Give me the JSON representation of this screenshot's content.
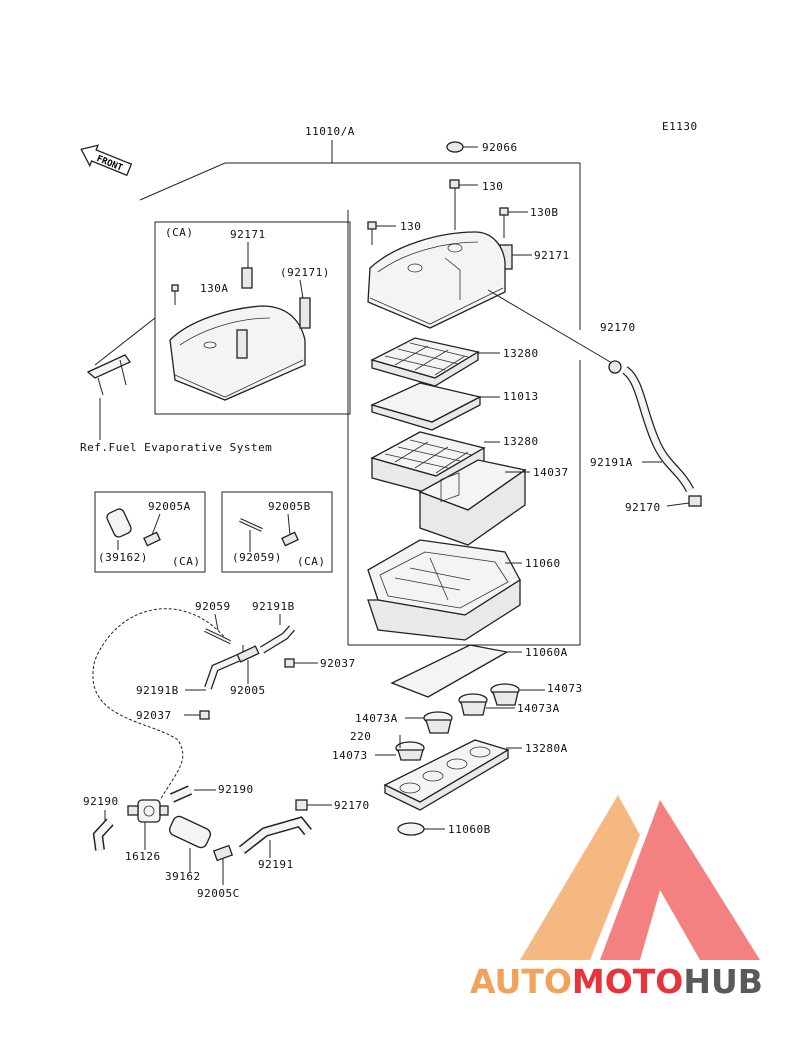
{
  "diagram_code": "E1130",
  "front_label": "FRONT",
  "assembly_label": "11010/A",
  "ref_note": "Ref.Fuel Evaporative System",
  "ca_inset": {
    "tag": "(CA)",
    "part_a": "92171",
    "part_b": "130A",
    "part_c": "(92171)"
  },
  "box1": {
    "part_top": "92005A",
    "part_bottom": "(39162)",
    "tag": "(CA)"
  },
  "box2": {
    "part_top": "92005B",
    "part_bottom": "(92059)",
    "tag": "(CA)"
  },
  "labels": {
    "p92066": "92066",
    "p130_top": "130",
    "p130_left": "130",
    "p130B": "130B",
    "p92171": "92171",
    "p92170_top": "92170",
    "p13280": "13280",
    "p11013": "11013",
    "p13280b": "13280",
    "p14037": "14037",
    "p92191A": "92191A",
    "p92170_mid": "92170",
    "p11060": "11060",
    "p11060A": "11060A",
    "p14073_r": "14073",
    "p14073A_l": "14073A",
    "p14073A_r": "14073A",
    "p220": "220",
    "p14073_l": "14073",
    "p13280A": "13280A",
    "p11060B": "11060B",
    "p92059": "92059",
    "p92191B_top": "92191B",
    "p92037_r": "92037",
    "p92191B_left": "92191B",
    "p92005": "92005",
    "p92037_l": "92037",
    "p92190_r": "92190",
    "p92190_l": "92190",
    "p92170_low": "92170",
    "p16126": "16126",
    "p39162": "39162",
    "p92191": "92191",
    "p92005C": "92005C"
  },
  "watermark": {
    "part1": "AUTO",
    "part2": "MOTO",
    "part3": "HUB"
  },
  "colors": {
    "watermark_light": "#f2a25a",
    "watermark_red": "#e8323c",
    "watermark_dark": "#5a5a5a",
    "line": "#222222"
  }
}
